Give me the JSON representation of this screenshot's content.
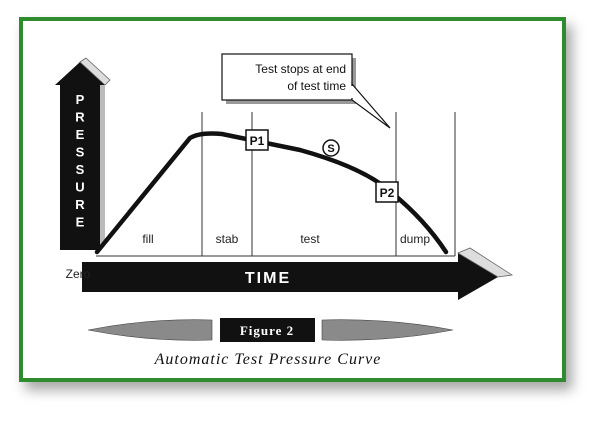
{
  "diagram": {
    "y_axis_label": "PRESSURE",
    "x_axis_label": "TIME",
    "origin_label": "Zero",
    "phases": [
      "fill",
      "stab",
      "test",
      "dump"
    ],
    "markers": {
      "p1": "P1",
      "p2": "P2",
      "s": "S"
    },
    "callout": {
      "line1": "Test stops at end",
      "line2": "of test time"
    }
  },
  "figure": {
    "label": "Figure 2",
    "caption": "Automatic Test Pressure Curve"
  }
}
